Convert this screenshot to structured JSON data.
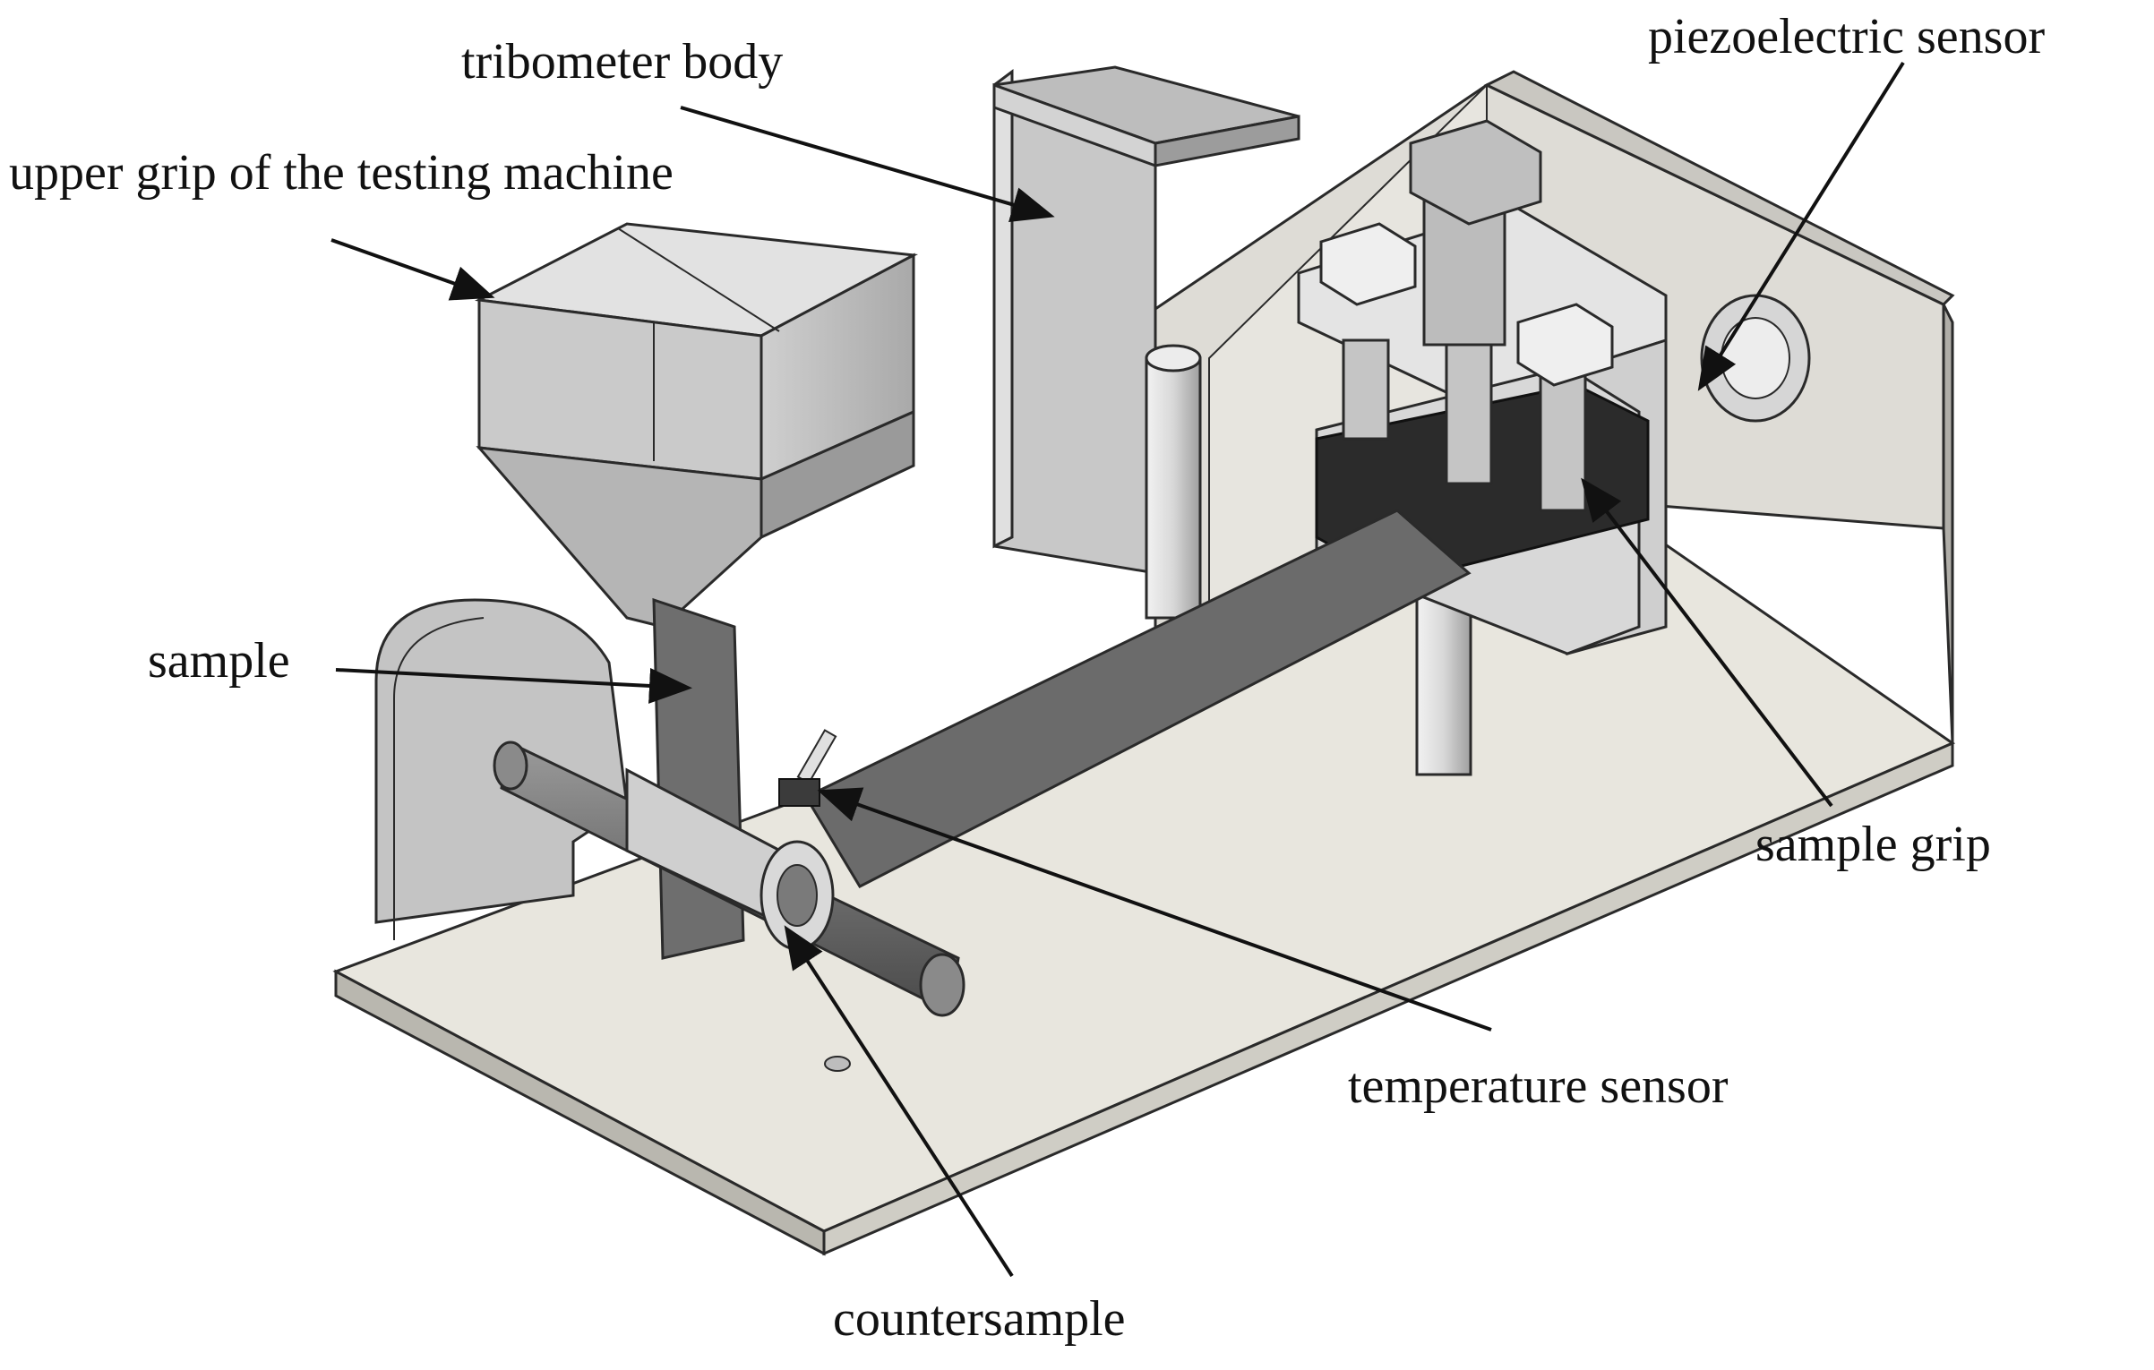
{
  "labels": {
    "upper_grip": [
      "upper grip of",
      "the testing",
      "machine"
    ],
    "tribometer_body": "tribometer body",
    "piezo_sensor": "piezoelectric sensor",
    "sample": "sample",
    "sample_grip": [
      "sample",
      "grip"
    ],
    "temperature_sensor": [
      "temperature",
      "sensor"
    ],
    "countersample": "countersample"
  },
  "colors": {
    "outline": "#2a2a2a",
    "base_top": "#e6e4dc",
    "base_edge": "#b8b6ae",
    "metal_light": "#dcdcdc",
    "metal_mid": "#bdbdbd",
    "metal_dark": "#8e8e8e",
    "strip": "#6b6b6b",
    "foam": "#2b2b2b",
    "arrow": "#111111"
  }
}
